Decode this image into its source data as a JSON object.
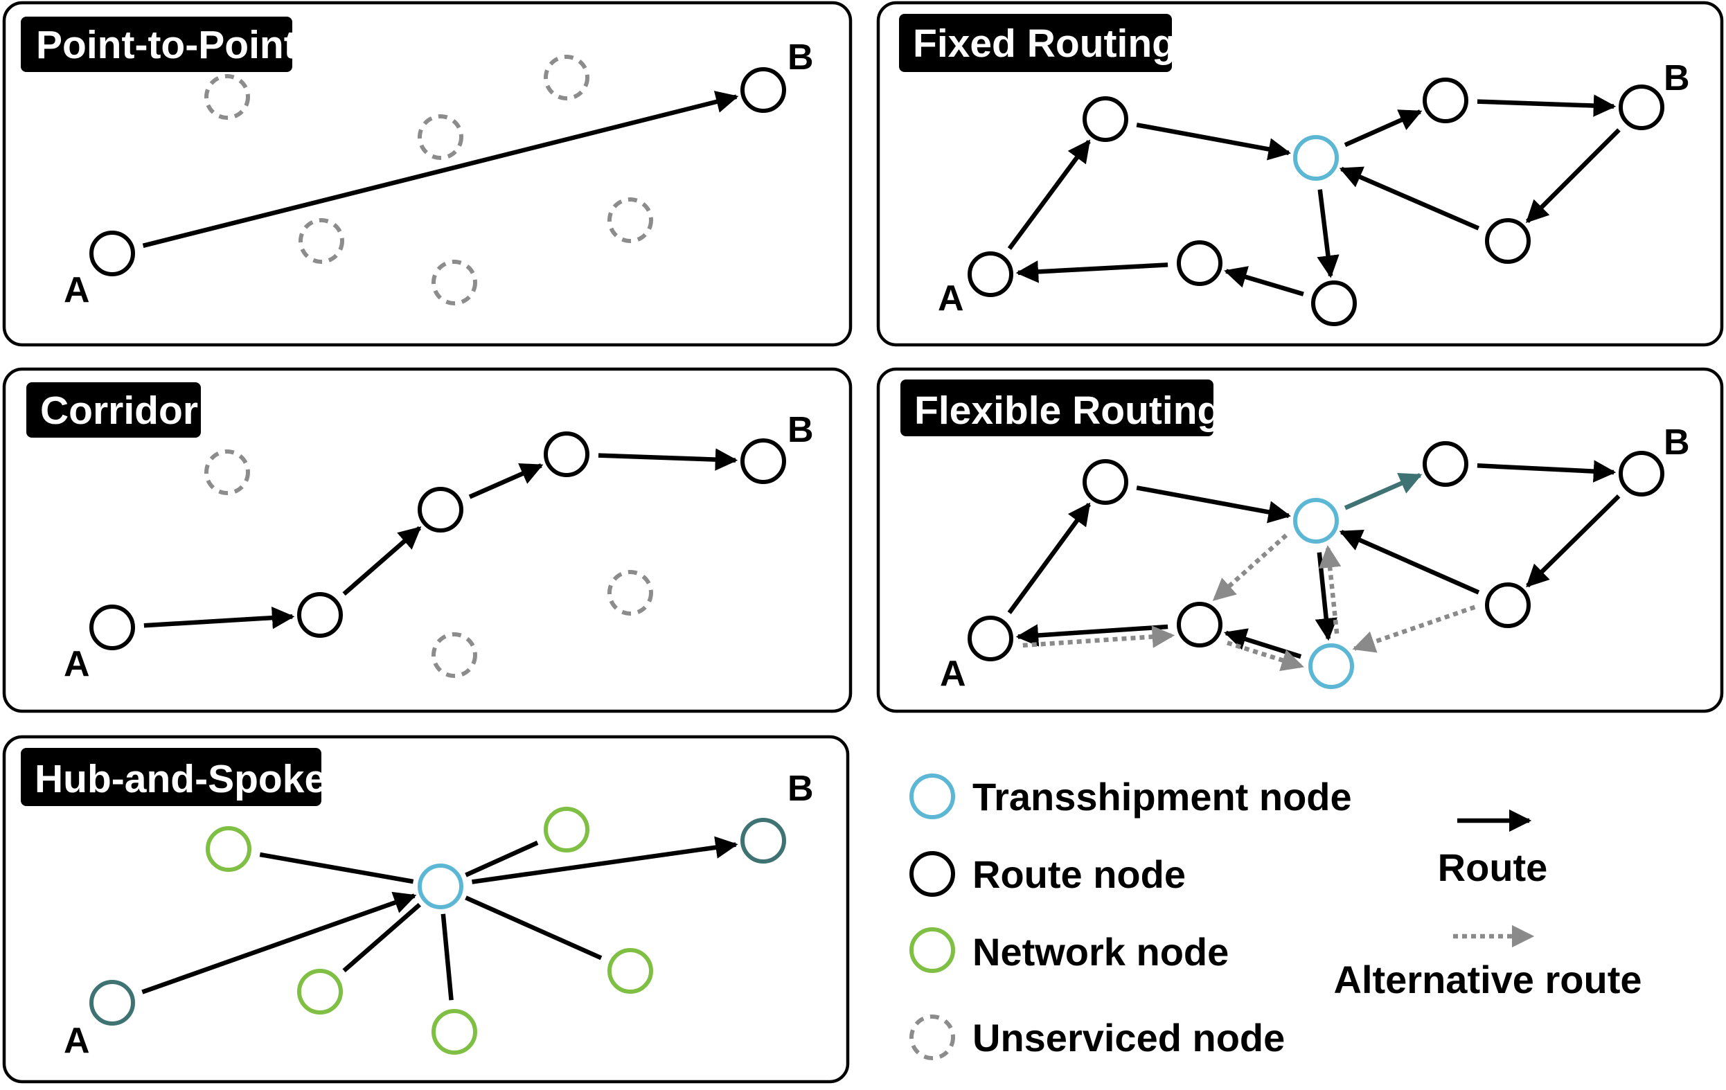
{
  "colors": {
    "route": "#000000",
    "transshipment": "#5bb7d4",
    "network": "#7ebf44",
    "endpoint_hub": "#3f7373",
    "unserviced": "#8c8c8c",
    "alternative": "#8a8a8a",
    "highlight_edge": "#3f7373"
  },
  "panels": [
    {
      "id": "point-to-point",
      "title": "Point-to-Point",
      "label_a": "A",
      "label_b": "B",
      "nodes": [
        {
          "type": "route",
          "label": "A"
        },
        {
          "type": "route",
          "label": "B"
        },
        {
          "type": "unserviced"
        },
        {
          "type": "unserviced"
        },
        {
          "type": "unserviced"
        },
        {
          "type": "unserviced"
        },
        {
          "type": "unserviced"
        },
        {
          "type": "unserviced"
        }
      ],
      "edges": [
        {
          "from": 0,
          "to": 1,
          "style": "route"
        }
      ]
    },
    {
      "id": "fixed-routing",
      "title": "Fixed Routing",
      "label_a": "A",
      "label_b": "B",
      "nodes": [
        {
          "type": "route",
          "label": "A"
        },
        {
          "type": "route"
        },
        {
          "type": "transshipment"
        },
        {
          "type": "route"
        },
        {
          "type": "route",
          "label": "B"
        },
        {
          "type": "route"
        },
        {
          "type": "route"
        },
        {
          "type": "route"
        }
      ],
      "edges": [
        {
          "from": 0,
          "to": 1,
          "style": "route"
        },
        {
          "from": 1,
          "to": 2,
          "style": "route"
        },
        {
          "from": 2,
          "to": 3,
          "style": "route"
        },
        {
          "from": 3,
          "to": 4,
          "style": "route"
        },
        {
          "from": 4,
          "to": 5,
          "style": "route"
        },
        {
          "from": 5,
          "to": 2,
          "style": "route"
        },
        {
          "from": 2,
          "to": 6,
          "style": "route"
        },
        {
          "from": 6,
          "to": 7,
          "style": "route"
        },
        {
          "from": 7,
          "to": 0,
          "style": "route"
        }
      ]
    },
    {
      "id": "corridor",
      "title": "Corridor",
      "label_a": "A",
      "label_b": "B",
      "nodes": [
        {
          "type": "route",
          "label": "A"
        },
        {
          "type": "route"
        },
        {
          "type": "route"
        },
        {
          "type": "route"
        },
        {
          "type": "route",
          "label": "B"
        },
        {
          "type": "unserviced"
        },
        {
          "type": "unserviced"
        },
        {
          "type": "unserviced"
        }
      ],
      "edges": [
        {
          "from": 0,
          "to": 1,
          "style": "route"
        },
        {
          "from": 1,
          "to": 2,
          "style": "route"
        },
        {
          "from": 2,
          "to": 3,
          "style": "route"
        },
        {
          "from": 3,
          "to": 4,
          "style": "route"
        }
      ]
    },
    {
      "id": "flexible-routing",
      "title": "Flexible Routing",
      "label_a": "A",
      "label_b": "B",
      "nodes": [
        {
          "type": "route",
          "label": "A"
        },
        {
          "type": "route"
        },
        {
          "type": "transshipment"
        },
        {
          "type": "route"
        },
        {
          "type": "route",
          "label": "B"
        },
        {
          "type": "route"
        },
        {
          "type": "transshipment"
        },
        {
          "type": "route"
        }
      ],
      "edges": [
        {
          "from": 0,
          "to": 1,
          "style": "route"
        },
        {
          "from": 1,
          "to": 2,
          "style": "route"
        },
        {
          "from": 2,
          "to": 3,
          "style": "highlight"
        },
        {
          "from": 3,
          "to": 4,
          "style": "route"
        },
        {
          "from": 4,
          "to": 5,
          "style": "route"
        },
        {
          "from": 5,
          "to": 2,
          "style": "route"
        },
        {
          "from": 2,
          "to": 6,
          "style": "route"
        },
        {
          "from": 6,
          "to": 7,
          "style": "route"
        },
        {
          "from": 7,
          "to": 0,
          "style": "route"
        },
        {
          "from": 2,
          "to": 7,
          "style": "alternative"
        },
        {
          "from": 0,
          "to": 7,
          "style": "alternative"
        },
        {
          "from": 7,
          "to": 6,
          "style": "alternative"
        },
        {
          "from": 6,
          "to": 2,
          "style": "alternative"
        },
        {
          "from": 5,
          "to": 6,
          "style": "alternative"
        }
      ]
    },
    {
      "id": "hub-and-spoke",
      "title": "Hub-and-Spoke",
      "label_a": "A",
      "label_b": "B",
      "nodes": [
        {
          "type": "endpoint",
          "label": "A"
        },
        {
          "type": "transshipment"
        },
        {
          "type": "endpoint",
          "label": "B"
        },
        {
          "type": "network"
        },
        {
          "type": "network"
        },
        {
          "type": "network"
        },
        {
          "type": "network"
        },
        {
          "type": "network"
        }
      ],
      "edges": [
        {
          "from": 0,
          "to": 1,
          "style": "route"
        },
        {
          "from": 1,
          "to": 2,
          "style": "route"
        },
        {
          "from": 3,
          "to": 1,
          "style": "line"
        },
        {
          "from": 4,
          "to": 1,
          "style": "line"
        },
        {
          "from": 5,
          "to": 1,
          "style": "line"
        },
        {
          "from": 6,
          "to": 1,
          "style": "line"
        },
        {
          "from": 7,
          "to": 1,
          "style": "line"
        }
      ]
    }
  ],
  "legend": {
    "transshipment_node": "Transshipment node",
    "route_node": "Route node",
    "network_node": "Network node",
    "unserviced_node": "Unserviced node",
    "route": "Route",
    "alternative_route": "Alternative route"
  }
}
